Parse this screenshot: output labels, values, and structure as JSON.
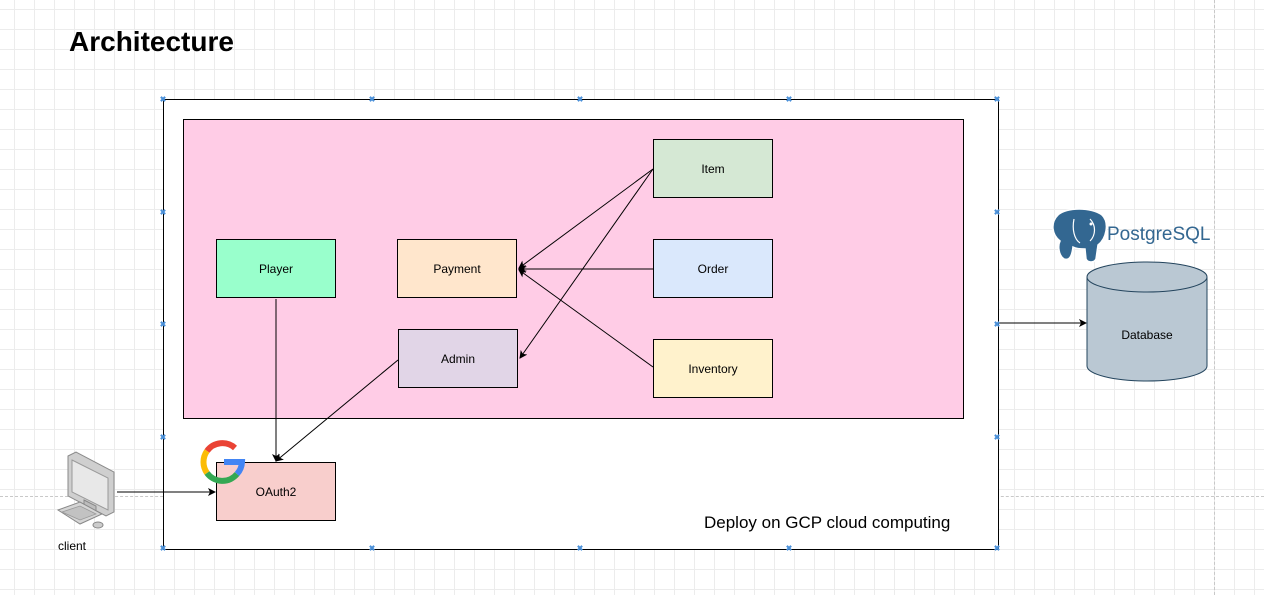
{
  "title": "Architecture",
  "deploy_label": "Deploy on GCP cloud computing",
  "colors": {
    "inner_container": "#ffcce6",
    "player": "#99ffcc",
    "payment": "#ffe6cc",
    "admin": "#e1d5e7",
    "item": "#d5e8d4",
    "order": "#dae8fc",
    "inventory": "#fff2cc",
    "oauth": "#f8cecc",
    "database": "#bac8d3",
    "postgres_blue": "#336791"
  },
  "services": {
    "player": "Player",
    "payment": "Payment",
    "admin": "Admin",
    "item": "Item",
    "order": "Order",
    "inventory": "Inventory",
    "oauth": "OAuth2"
  },
  "database": {
    "label": "Database",
    "logo_text_a": "Postgre",
    "logo_text_b": "SQL"
  },
  "client": {
    "label": "client"
  },
  "icons": [
    "google-logo-icon",
    "postgresql-elephant-icon",
    "computer-client-icon"
  ]
}
